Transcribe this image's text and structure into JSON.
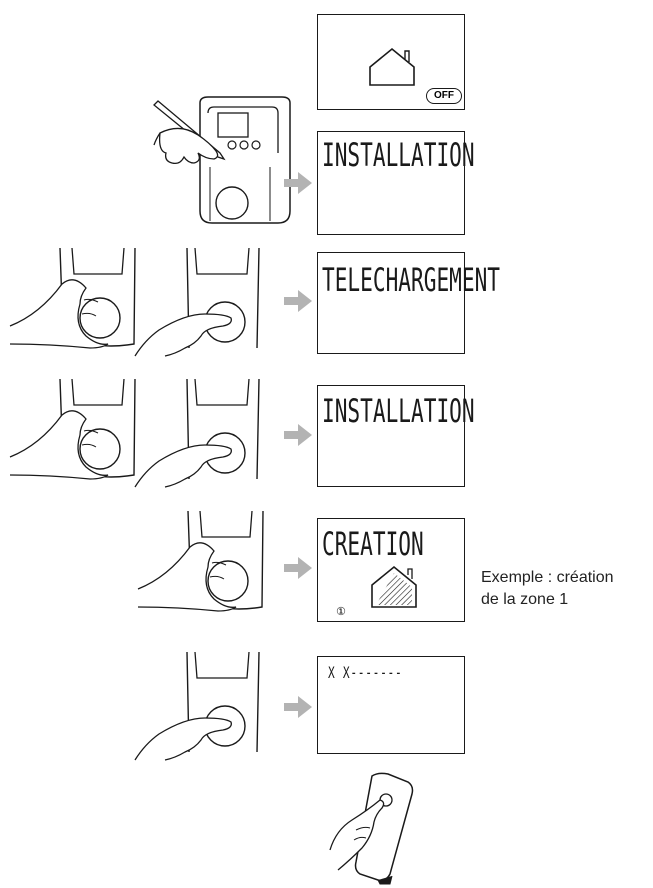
{
  "screens": {
    "off_badge": "OFF",
    "step1_text": "INSTALLATION",
    "step2_text": "TELECHARGEMENT",
    "step3_text": "INSTALLATION",
    "step4_text": "CREATION",
    "step4_zone_label": "①",
    "step5_text": "X X-------"
  },
  "caption": {
    "line1": "Exemple : création",
    "line2": "de la zone 1"
  },
  "icons": [
    "house-icon",
    "hand-pen-icon",
    "hand-turn-knob-icon",
    "hand-press-button-icon",
    "remote-device-icon",
    "arrow-right-icon"
  ],
  "colors": {
    "arrow": "#b3b3b3",
    "line": "#1a1a1a"
  }
}
